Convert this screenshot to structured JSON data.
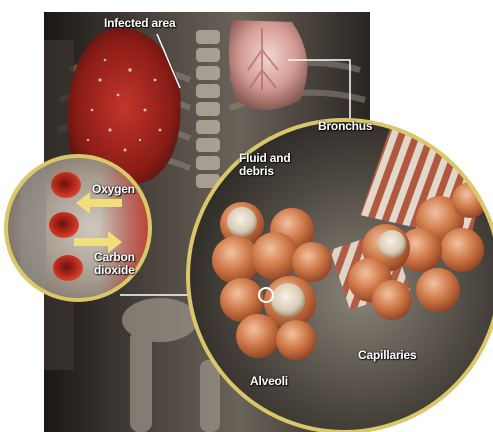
{
  "labels": {
    "infected_area": "Infected area",
    "bronchus": "Bronchus",
    "fluid_and_debris": [
      "Fluid and",
      "debris"
    ],
    "oxygen": "Oxygen",
    "carbon_dioxide": [
      "Carbon",
      "dioxide"
    ],
    "alveoli": "Alveoli",
    "capillaries": "Capillaries"
  },
  "colors": {
    "background": "#ffffff",
    "body_dark": "#2b2622",
    "body_mid": "#5d5750",
    "bone": "#cfc6b8",
    "lung_red": "#9b1f1a",
    "lung_pink": "#d9a9a9",
    "lens_rim": "#d9c76a",
    "alveoli_orange": "#c9693a",
    "bronchus_stripe": "#b65a3f",
    "blood_cell": "#b3281c",
    "arrow_yellow": "#f0df7a",
    "leader_line": "#ffffff"
  }
}
